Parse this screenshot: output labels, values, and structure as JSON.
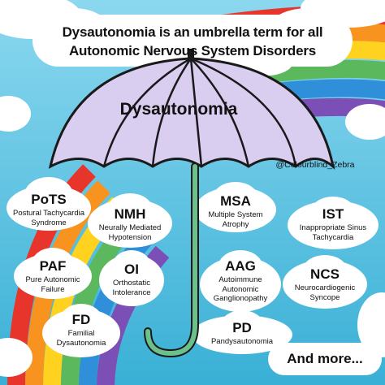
{
  "headline": {
    "line1": "Dysautonomia is an umbrella term for all",
    "line2": "Autonomic Nervous System Disorders"
  },
  "umbrella_title": "Dysautonomia",
  "credit": "@Colourblind_Zebra",
  "conditions": [
    {
      "abbr": "PoTS",
      "full_line1": "Postural Tachycardia",
      "full_line2": "Syndrome"
    },
    {
      "abbr": "NMH",
      "full_line1": "Neurally Mediated",
      "full_line2": "Hypotension"
    },
    {
      "abbr": "MSA",
      "full_line1": "Multiple System",
      "full_line2": "Atrophy"
    },
    {
      "abbr": "IST",
      "full_line1": "Inappropriate Sinus",
      "full_line2": "Tachycardia"
    },
    {
      "abbr": "PAF",
      "full_line1": "Pure Autonomic",
      "full_line2": "Failure"
    },
    {
      "abbr": "OI",
      "full_line1": "Orthostatic",
      "full_line2": "Intolerance"
    },
    {
      "abbr": "AAG",
      "full_line1": "Autoimmune",
      "full_line2": "Autonomic",
      "full_line3": "Ganglionopathy"
    },
    {
      "abbr": "NCS",
      "full_line1": "Neurocardiogenic",
      "full_line2": "Syncope"
    },
    {
      "abbr": "FD",
      "full_line1": "Familial",
      "full_line2": "Dysautonomia"
    },
    {
      "abbr": "PD",
      "full_line1": "Pandysautonomia"
    }
  ],
  "more": "And more...",
  "colors": {
    "sky": "#4fc3e0",
    "rainbow": [
      "#e8352b",
      "#f7931e",
      "#ffd21f",
      "#5cb85c",
      "#2f8fd8",
      "#7b4fb5"
    ],
    "canopy": "#d9cdf0",
    "handle": "#6cc08b"
  }
}
